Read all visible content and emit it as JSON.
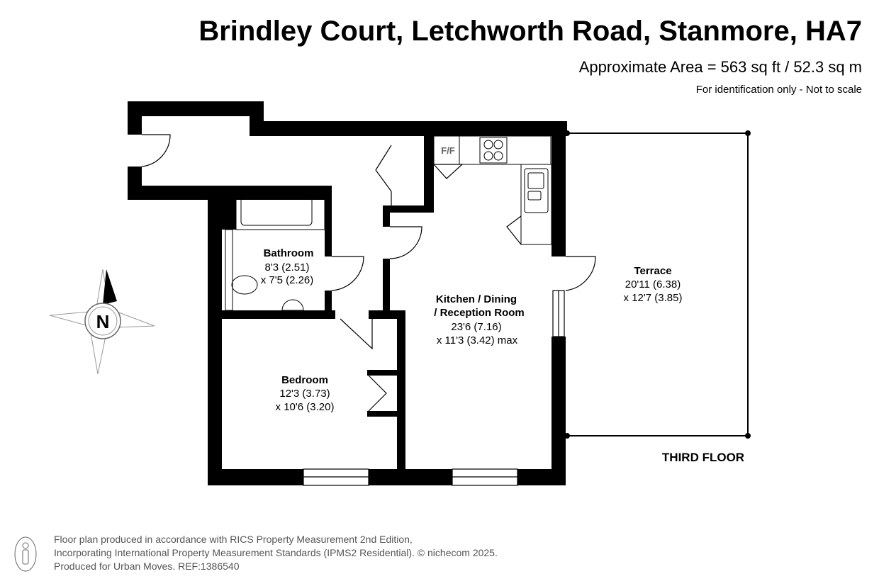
{
  "header": {
    "title": "Brindley Court, Letchworth Road, Stanmore, HA7",
    "area": "Approximate Area = 563 sq ft / 52.3 sq m",
    "note": "For identification only - Not to scale"
  },
  "rooms": [
    {
      "name": "Bathroom",
      "dim1": "8'3 (2.51)",
      "dim2": "x 7'5 (2.26)"
    },
    {
      "name": "Bedroom",
      "dim1": "12'3 (3.73)",
      "dim2": "x 10'6 (3.20)"
    },
    {
      "name": "Kitchen / Dining",
      "name2": "/ Reception Room",
      "dim1": "23'6 (7.16)",
      "dim2": "x 11'3 (3.42) max"
    },
    {
      "name": "Terrace",
      "dim1": "20'11 (6.38)",
      "dim2": "x 12'7 (3.85)"
    }
  ],
  "fridge_label": "F/F",
  "floor_label": "THIRD FLOOR",
  "compass_label": "N",
  "footer": {
    "line1": "Floor plan produced in accordance with RICS Property Measurement 2nd Edition,",
    "line2": "Incorporating International Property Measurement Standards (IPMS2 Residential).   © nichecom 2025.",
    "line3": "Produced for Urban Moves.   REF:1386540"
  }
}
